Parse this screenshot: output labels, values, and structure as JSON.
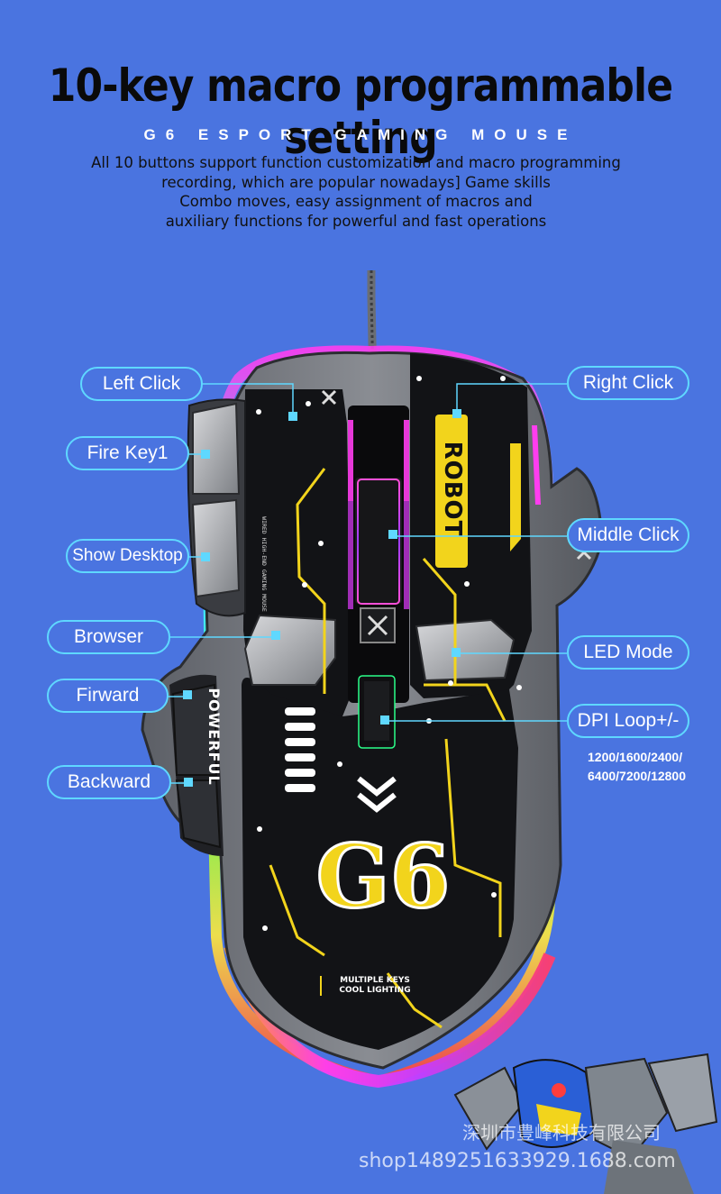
{
  "header": {
    "title": "10-key macro programmable setting",
    "subtitle": "G6 ESPORT GAMING MOUSE",
    "description_lines": [
      "All 10 buttons support function customization and macro programming",
      "recording, which are popular nowadays] Game skills",
      "Combo moves, easy assignment of macros and",
      "auxiliary functions for powerful and fast operations"
    ]
  },
  "callouts": {
    "left_click": "Left Click",
    "right_click": "Right Click",
    "fire_key": "Fire Key1",
    "show_desktop": "Show Desktop",
    "middle_click": "Middle Click",
    "browser": "Browser",
    "led_mode": "LED Mode",
    "forward": "Firward",
    "dpi_loop": "DPI Loop+/-",
    "backward": "Backward"
  },
  "dpi_values": {
    "line1": "1200/1600/2400/",
    "line2": "6400/7200/12800"
  },
  "mouse_print": {
    "robot": "ROBOT",
    "powerful": "POWERFUL",
    "model": "G6",
    "tagline1": "MULTIPLE KEYS",
    "tagline2": "COOL LIGHTING",
    "small_side": "WIRED HIGH-END GAMING MOUSE"
  },
  "watermark": {
    "company": "深圳市豊峰科技有限公司",
    "shop": "shop1489251633929.1688.com"
  },
  "colors": {
    "background": "#4a74e0",
    "callout_border": "#5fd8ff",
    "accent_yellow": "#f2d41c"
  }
}
